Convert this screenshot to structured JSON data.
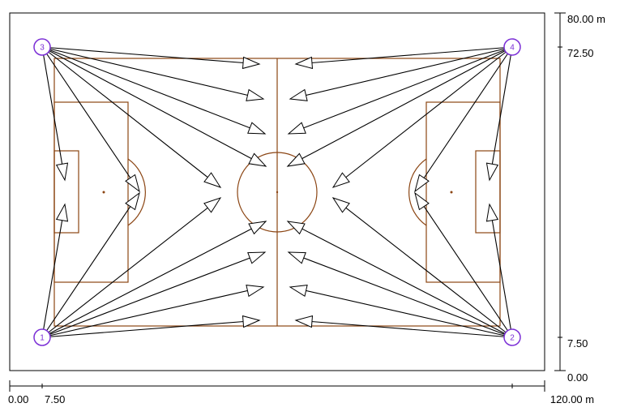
{
  "dimensions": {
    "x_labels": [
      "0.00",
      "7.50",
      "120.00 m"
    ],
    "y_labels": [
      "80.00 m",
      "72.50",
      "7.50",
      "0.00"
    ]
  },
  "poles": [
    {
      "id": "1",
      "label": "1"
    },
    {
      "id": "2",
      "label": "2"
    },
    {
      "id": "3",
      "label": "3"
    },
    {
      "id": "4",
      "label": "4"
    }
  ],
  "colors": {
    "pitch_lines": "#8B4513",
    "pole_marker": "#7b2fd6",
    "beam_lines": "#000000",
    "frame": "#000000"
  }
}
